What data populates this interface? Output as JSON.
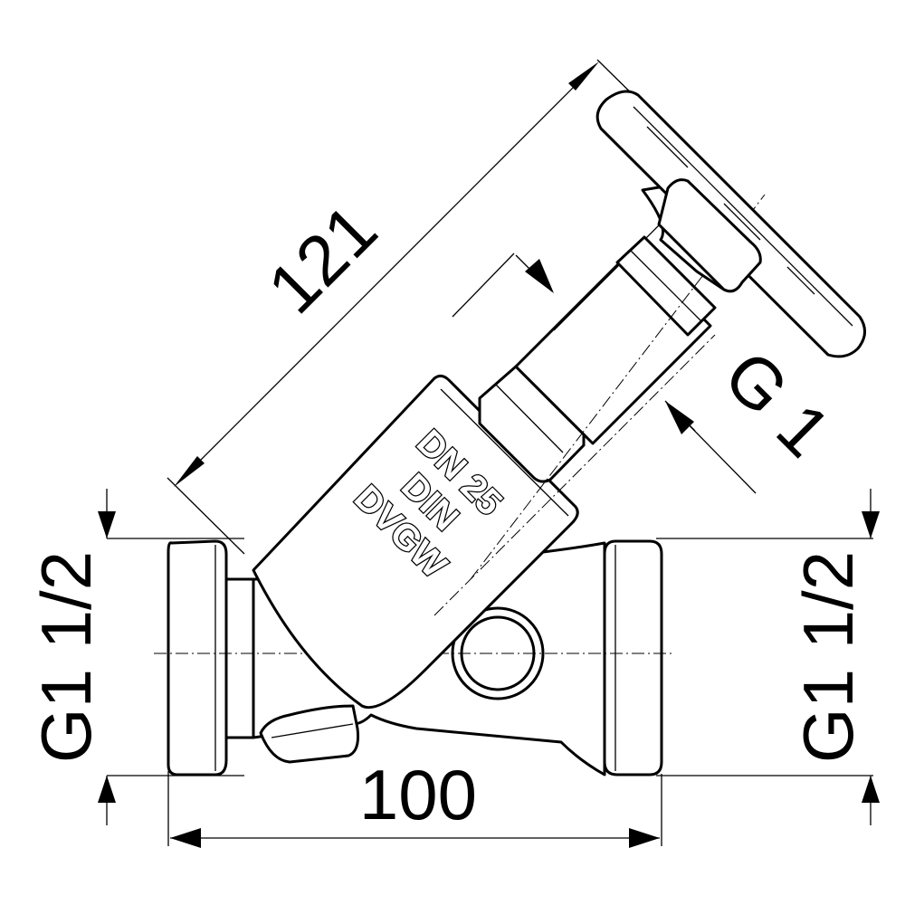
{
  "dimensions": {
    "length": "121",
    "width": "100",
    "stem_thread": "G 1",
    "left_thread": "G1 1/2",
    "right_thread": "G1 1/2"
  },
  "body_marking": {
    "line1": "DN 25",
    "line2": "DIN",
    "line3": "DVGW"
  }
}
